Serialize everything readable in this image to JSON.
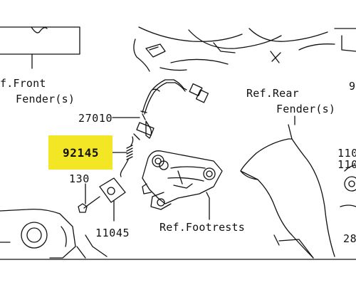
{
  "labels": {
    "front_fender_line1": "f.Front",
    "front_fender_line2": "Fender(s)",
    "part_27010": "27010",
    "part_92145": "92145",
    "part_130": "130",
    "part_11045": "11045",
    "ref_footrests": "Ref.Footrests",
    "rear_fender_line1": "Ref.Rear",
    "rear_fender_line2": "Fender(s)",
    "edge_top_right": "9",
    "edge_right_1": "110",
    "edge_right_2": "110",
    "edge_right_3": "28"
  },
  "colors": {
    "highlight": "#f3e624",
    "line": "#111111",
    "background": "#ffffff"
  }
}
